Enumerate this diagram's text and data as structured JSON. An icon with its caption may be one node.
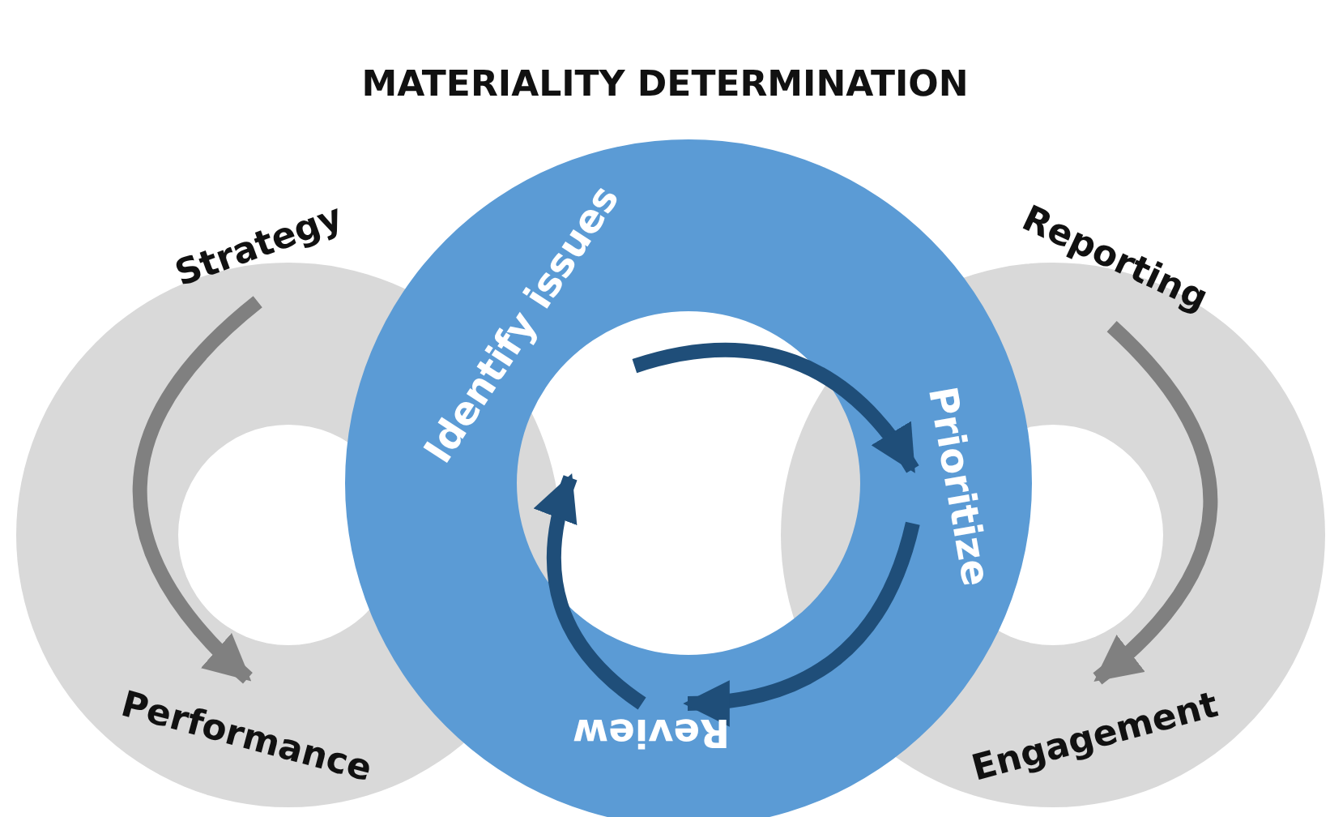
{
  "diagram": {
    "title": "MATERIALITY DETERMINATION",
    "nodes": [
      {
        "text": [
          "Strategy"
        ]
      },
      {
        "text": [
          "Performance"
        ]
      },
      {
        "text": [
          "Identify issues"
        ]
      },
      {
        "text": [
          "Prioritize"
        ]
      },
      {
        "text": [
          "Review"
        ]
      },
      {
        "text": [
          "Reporting"
        ]
      },
      {
        "text": [
          "Engagement"
        ]
      }
    ],
    "edges": [
      {
        "from": 0,
        "to": 1,
        "arrow": "to",
        "color": "#808080"
      },
      {
        "from": 2,
        "to": 3,
        "arrow": "to"
      },
      {
        "from": 3,
        "to": 4,
        "arrow": "to"
      },
      {
        "from": 4,
        "to": 2,
        "arrow": "to"
      },
      {
        "from": 5,
        "to": 6,
        "arrow": "to",
        "color": "#808080"
      }
    ]
  }
}
